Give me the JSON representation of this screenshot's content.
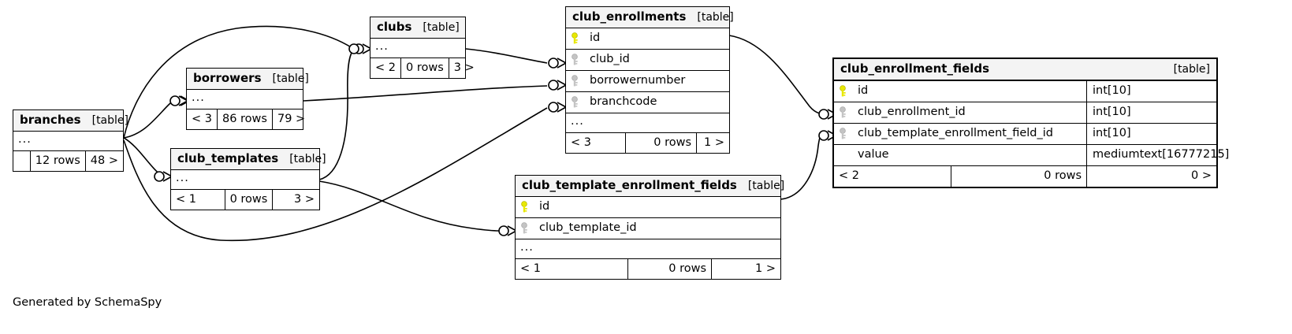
{
  "diagram": {
    "type": "entity-relationship-diagram",
    "generator_credit": "Generated by SchemaSpy",
    "table_tag": "[table]",
    "ellipsis": "...",
    "icons": {
      "primary_key": "yellow-key-icon",
      "foreign_key": "gray-key-icon"
    },
    "colors": {
      "primary_key": "#e8e800",
      "foreign_key": "#bfbfbf",
      "header_bg": "#f4f4f4",
      "border": "#000000",
      "background": "#ffffff"
    }
  },
  "tables": [
    {
      "id": "branches",
      "name": "branches",
      "tag": "[table]",
      "focused": false,
      "columns": [],
      "has_ellipsis": true,
      "footer": {
        "left": "",
        "middle": "12 rows",
        "right": "48 >"
      }
    },
    {
      "id": "borrowers",
      "name": "borrowers",
      "tag": "[table]",
      "focused": false,
      "columns": [],
      "has_ellipsis": true,
      "footer": {
        "left": "< 3",
        "middle": "86 rows",
        "right": "79 >"
      }
    },
    {
      "id": "club_templates",
      "name": "club_templates",
      "tag": "[table]",
      "focused": false,
      "columns": [],
      "has_ellipsis": true,
      "footer": {
        "left": "< 1",
        "middle": "0 rows",
        "right": "3 >"
      }
    },
    {
      "id": "clubs",
      "name": "clubs",
      "tag": "[table]",
      "focused": false,
      "columns": [],
      "has_ellipsis": true,
      "footer": {
        "left": "< 2",
        "middle": "0 rows",
        "right": "3 >"
      }
    },
    {
      "id": "club_enrollments",
      "name": "club_enrollments",
      "tag": "[table]",
      "focused": false,
      "columns": [
        {
          "name": "id",
          "key": "primary",
          "type": ""
        },
        {
          "name": "club_id",
          "key": "foreign",
          "type": ""
        },
        {
          "name": "borrowernumber",
          "key": "foreign",
          "type": ""
        },
        {
          "name": "branchcode",
          "key": "foreign",
          "type": ""
        }
      ],
      "has_ellipsis": true,
      "footer": {
        "left": "< 3",
        "middle": "0 rows",
        "right": "1 >"
      }
    },
    {
      "id": "club_template_enrollment_fields",
      "name": "club_template_enrollment_fields",
      "tag": "[table]",
      "focused": false,
      "columns": [
        {
          "name": "id",
          "key": "primary",
          "type": ""
        },
        {
          "name": "club_template_id",
          "key": "foreign",
          "type": ""
        }
      ],
      "has_ellipsis": true,
      "footer": {
        "left": "< 1",
        "middle": "0 rows",
        "right": "1 >"
      }
    },
    {
      "id": "club_enrollment_fields",
      "name": "club_enrollment_fields",
      "tag": "[table]",
      "focused": true,
      "columns": [
        {
          "name": "id",
          "key": "primary",
          "type": "int[10]"
        },
        {
          "name": "club_enrollment_id",
          "key": "foreign",
          "type": "int[10]"
        },
        {
          "name": "club_template_enrollment_field_id",
          "key": "foreign",
          "type": "int[10]"
        },
        {
          "name": "value",
          "key": "none",
          "type": "mediumtext[16777215]"
        }
      ],
      "has_ellipsis": false,
      "footer": {
        "left": "< 2",
        "middle": "0 rows",
        "right": "0 >"
      }
    }
  ],
  "relationships": [
    {
      "from": "branches",
      "to": "borrowers"
    },
    {
      "from": "branches",
      "to": "clubs"
    },
    {
      "from": "branches",
      "to": "club_templates"
    },
    {
      "from": "branches",
      "to": "club_enrollments.branchcode"
    },
    {
      "from": "borrowers",
      "to": "club_enrollments.borrowernumber"
    },
    {
      "from": "clubs",
      "to": "club_enrollments.club_id"
    },
    {
      "from": "club_templates",
      "to": "clubs"
    },
    {
      "from": "club_templates",
      "to": "club_template_enrollment_fields.club_template_id"
    },
    {
      "from": "club_enrollments",
      "to": "club_enrollment_fields.club_enrollment_id"
    },
    {
      "from": "club_template_enrollment_fields",
      "to": "club_enrollment_fields.club_template_enrollment_field_id"
    }
  ]
}
